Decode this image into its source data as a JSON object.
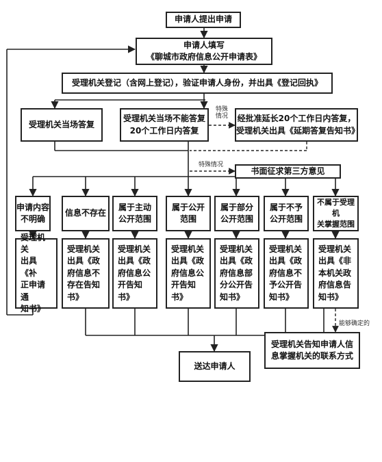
{
  "nodes": {
    "submit": "申请人提出申请",
    "fill": "申请人填写\n《聊城市政府信息公开申请表》",
    "register": "受理机关登记（含网上登记），验证申请人身份，并出具《登记回执》",
    "reply_now": "受理机关当场答复",
    "reply_20": "受理机关当场不能答复\n20个工作日内答复",
    "extend": "经批准延长20个工作日内答复，\n受理机关出具《延期答复告知书》",
    "third_party": "书面征求第三方意见",
    "unclear": "申请内容\n不明确",
    "not_exist": "信息不存在",
    "active_scope": "属于主动\n公开范围",
    "open_scope": "属于公开\n范围",
    "partial_scope": "属于部分\n公开范围",
    "no_open_scope": "属于不予\n公开范围",
    "not_agency": "不属于受理机\n关掌握范围",
    "notice_correct": "受理机关\n出具《补\n正申请通\n知书》",
    "notice_not_exist": "受理机关\n出具《政\n府信息不\n存在告知\n书》",
    "notice_active": "受理机关\n出具《政\n府信息公\n开告知\n书》",
    "notice_open": "受理机关\n出具《政\n府信息公\n开告知\n书》",
    "notice_partial": "受理机关\n出具《政\n府信息部\n分公开告\n知书》",
    "notice_no_open": "受理机关\n出具《政\n府信息不\n予公开告\n知书》",
    "notice_not_agency": "受理机关\n出具《非\n本机关政\n府信息告\n知书》",
    "deliver": "送达申请人",
    "contact": "受理机关告知申请人信\n息掌握机关的联系方式"
  },
  "notes": {
    "special1": "特殊\n情况",
    "special2": "特殊情况",
    "determinable": "能够确定的"
  }
}
